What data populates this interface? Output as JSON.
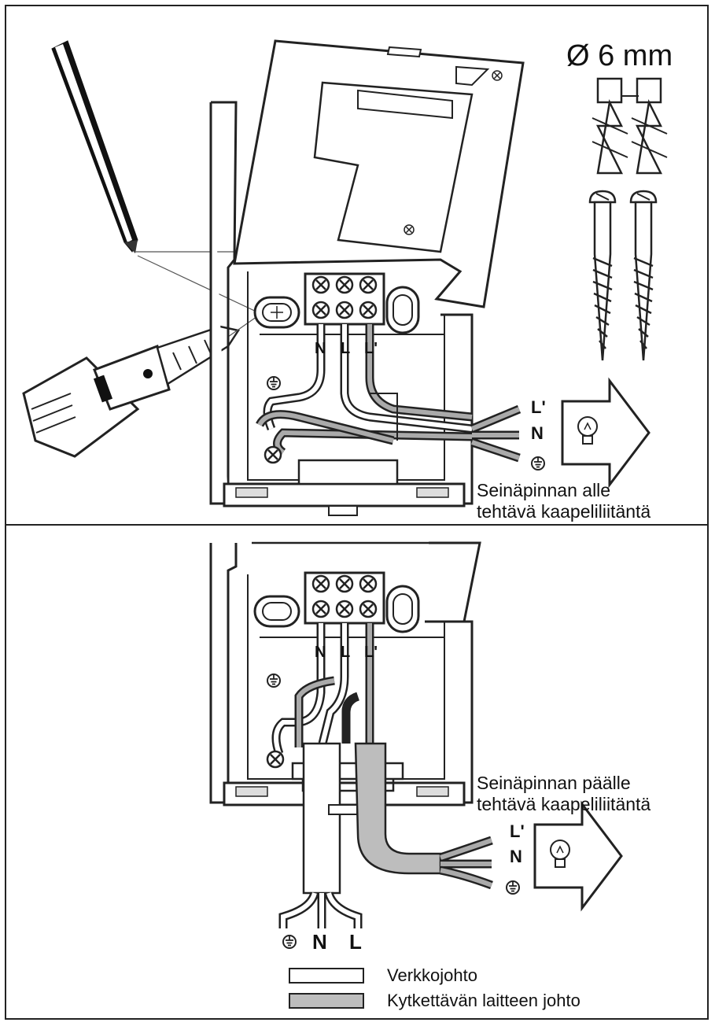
{
  "figure": {
    "drill_size": "Ø 6 mm",
    "top_caption": [
      "Seinäpinnan alle",
      "tehtävä kaapeliliitäntä"
    ],
    "bottom_caption": [
      "Seinäpinnan päälle",
      "tehtävä kaapeliliitäntä"
    ],
    "terminal_labels": [
      "N",
      "L",
      "L'"
    ],
    "output_labels": [
      "L'",
      "N"
    ],
    "mains_labels": [
      "N",
      "L"
    ],
    "legend": [
      {
        "label": "Verkkojohto",
        "color": "#ffffff"
      },
      {
        "label": "Kytkettävän laitteen johto",
        "color": "#bdbdbd"
      }
    ]
  }
}
